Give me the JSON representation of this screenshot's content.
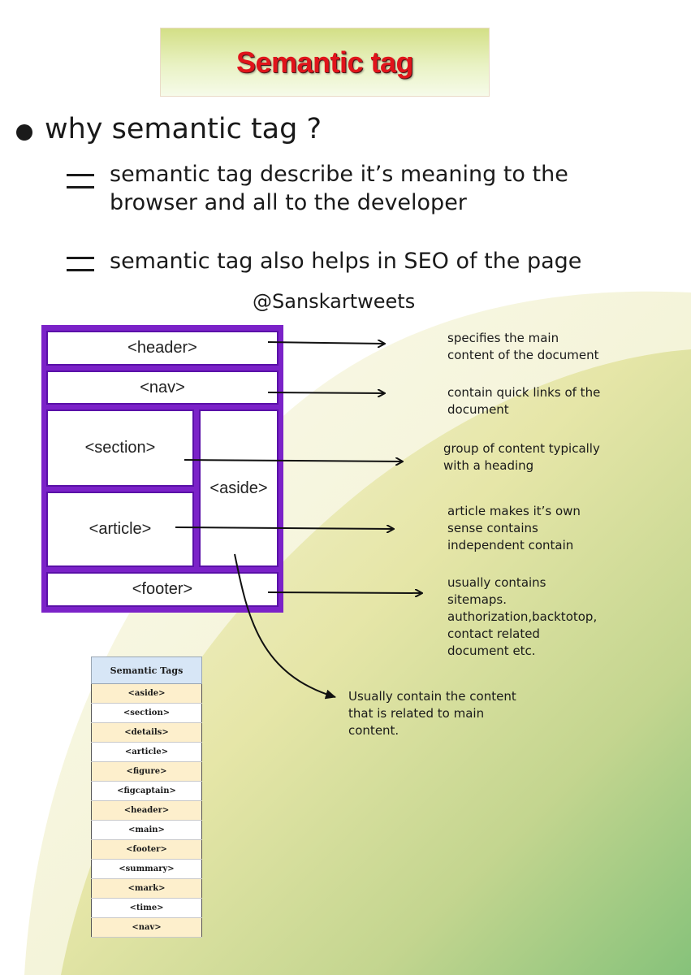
{
  "title": "Semantic tag",
  "bullet": {
    "heading": "why semantic tag ?",
    "points": [
      [
        "semantic tag describe it’s meaning to the",
        "browser and all to the developer"
      ],
      [
        "semantic tag also helps in SEO of the page"
      ]
    ]
  },
  "handle": "@Sanskartweets",
  "layout": {
    "header": "<header>",
    "nav": "<nav>",
    "section": "<section>",
    "article": "<article>",
    "aside": "<aside>",
    "footer": "<footer>"
  },
  "descriptions": {
    "header": [
      "specifies the main",
      "content of the document"
    ],
    "nav": [
      "contain quick links of the",
      "document"
    ],
    "section": [
      "group of content typically",
      "with a heading"
    ],
    "article": [
      "article makes it’s own",
      "sense contains",
      "independent contain"
    ],
    "footer": [
      "usually contains",
      "sitemaps.",
      "authorization,backtotop,",
      "contact related",
      "document etc."
    ],
    "aside": [
      "Usually contain the content",
      "that is related to main",
      "content."
    ]
  },
  "table": {
    "header": "Semantic Tags",
    "rows": [
      "<aside>",
      "<section>",
      "<details>",
      "<article>",
      "<figure>",
      "<figcaptain>",
      "<header>",
      "<main>",
      "<footer>",
      "<summary>",
      "<mark>",
      "<time>",
      "<nav>"
    ]
  },
  "colors": {
    "title_red": "#e0141b",
    "frame_purple": "#7b22c8",
    "table_header_blue": "#d7e6f6",
    "table_row_cream": "#fdefcc",
    "background_green": "#8fc47c"
  }
}
